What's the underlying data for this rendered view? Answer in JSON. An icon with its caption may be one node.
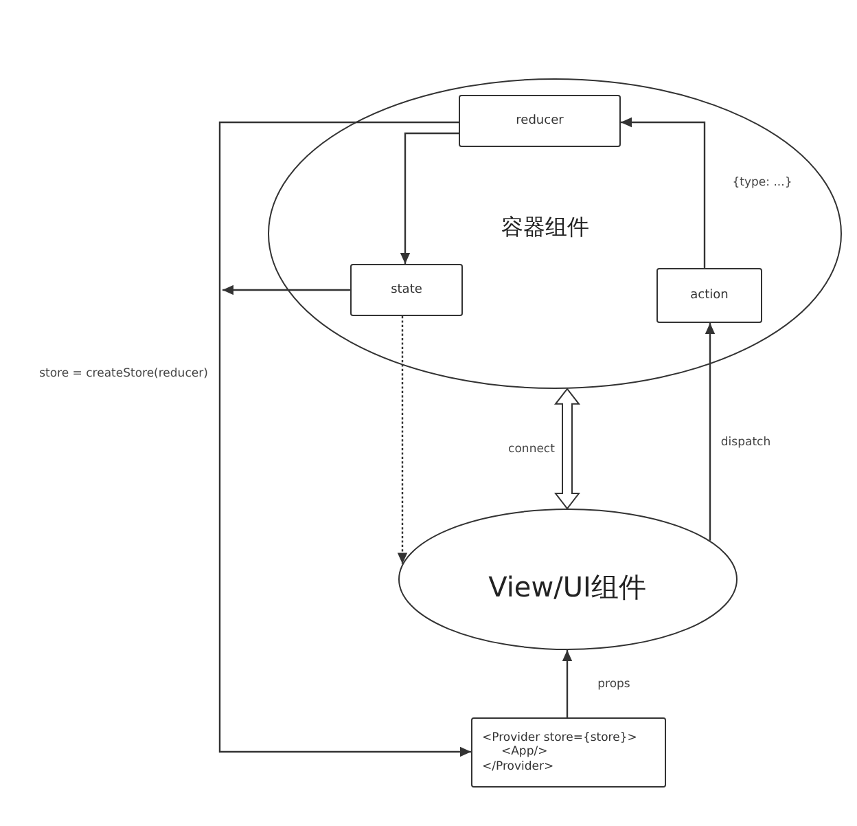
{
  "diagram": {
    "nodes": [
      {
        "text": [
          "容器组件"
        ]
      },
      {
        "text": [
          "reducer"
        ],
        "in": 0
      },
      {
        "text": [
          "state"
        ],
        "in": 0
      },
      {
        "text": [
          "action"
        ],
        "in": 0
      },
      {
        "text": [
          "View/UI组件"
        ]
      },
      {
        "text": [
          "<Provider store={store}>",
          "<App/>",
          "</Provider>"
        ]
      }
    ],
    "edges": [
      {
        "from": 1,
        "to": 2,
        "arrow": "to"
      },
      {
        "from": 3,
        "to": 1,
        "arrow": "to",
        "label": "{type: ...}"
      },
      {
        "from": 1,
        "to": 5,
        "arrow": "to",
        "label": "store = createStore(reducer)"
      },
      {
        "from": 2,
        "to": null,
        "arrow": "to"
      },
      {
        "from": 2,
        "to": 4,
        "arrow": "to",
        "style": "dashed"
      },
      {
        "from": 0,
        "to": 4,
        "arrow": "both",
        "label": "connect",
        "style": "thick"
      },
      {
        "from": 4,
        "to": 3,
        "arrow": "to",
        "label": "dispatch"
      },
      {
        "from": 5,
        "to": 4,
        "arrow": "to",
        "label": "props"
      }
    ]
  }
}
